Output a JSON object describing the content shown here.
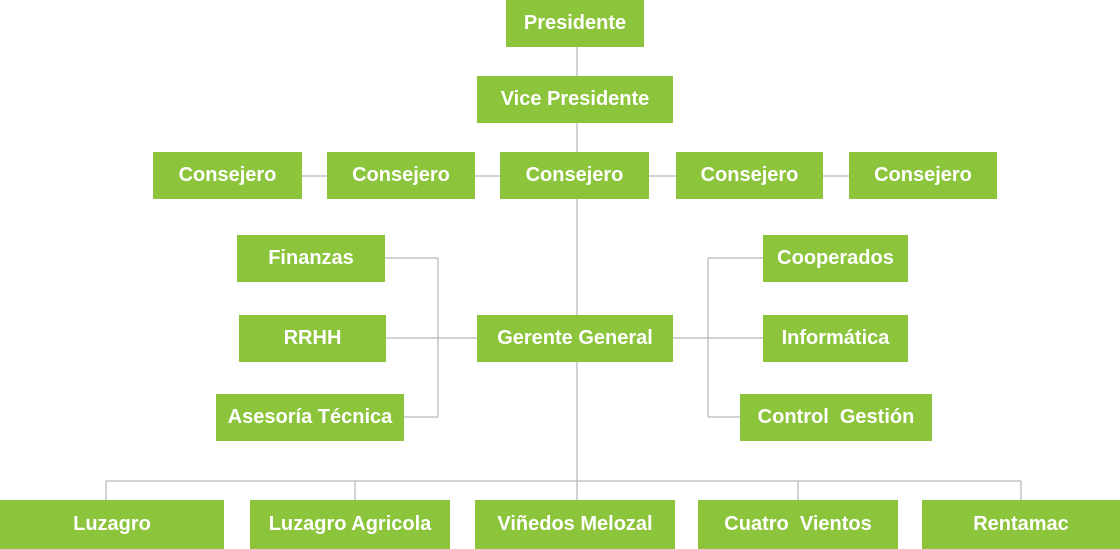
{
  "org_chart": {
    "president": "Presidente",
    "vice_president": "Vice Presidente",
    "councilors": [
      "Consejero",
      "Consejero",
      "Consejero",
      "Consejero",
      "Consejero"
    ],
    "general_manager": "Gerente General",
    "left_departments": [
      "Finanzas",
      "RRHH",
      "Asesoría Técnica"
    ],
    "right_departments": [
      "Cooperados",
      "Informática",
      "Control  Gestión"
    ],
    "companies": [
      "Luzagro",
      "Luzagro Agricola",
      "Viñedos Melozal",
      "Cuatro  Vientos",
      "Rentamac"
    ]
  },
  "colors": {
    "box": "#8cc43c",
    "text": "#ffffff",
    "connector": "#b9b9b9"
  }
}
